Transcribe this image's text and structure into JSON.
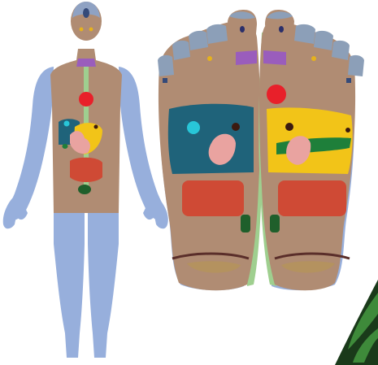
{
  "diagram": {
    "colors": {
      "background": "#ffffff",
      "skin": "#b08c73",
      "limb": "#97afdc",
      "head_top": "#8fa2c3",
      "toe_tip": "#8c9fb8",
      "nail_dark": "#354a79",
      "throat": "#9a5dbc",
      "spine": "#9fcf8f",
      "heart": "#e8202a",
      "lung_teal": "#1f637a",
      "liver_yellow": "#f2c418",
      "stomach_pink": "#e9a3a0",
      "intestine_red": "#cf4a35",
      "colon_green": "#1e7f3a",
      "bladder_green": "#1f5f2b",
      "spot_cyan": "#28c6d8",
      "spot_dark": "#3b1a10",
      "heel_line": "#5a2e2a",
      "heel_pad": "#b4925f",
      "sinus_yellow": "#e6b21c",
      "eye_navy": "#2b2f6a",
      "leaf_dark": "#1a3a1a",
      "leaf_green": "#3e8a3a"
    },
    "parts": [
      "body-silhouette",
      "left-foot-sole",
      "right-foot-sole",
      "leaf-corner"
    ]
  }
}
